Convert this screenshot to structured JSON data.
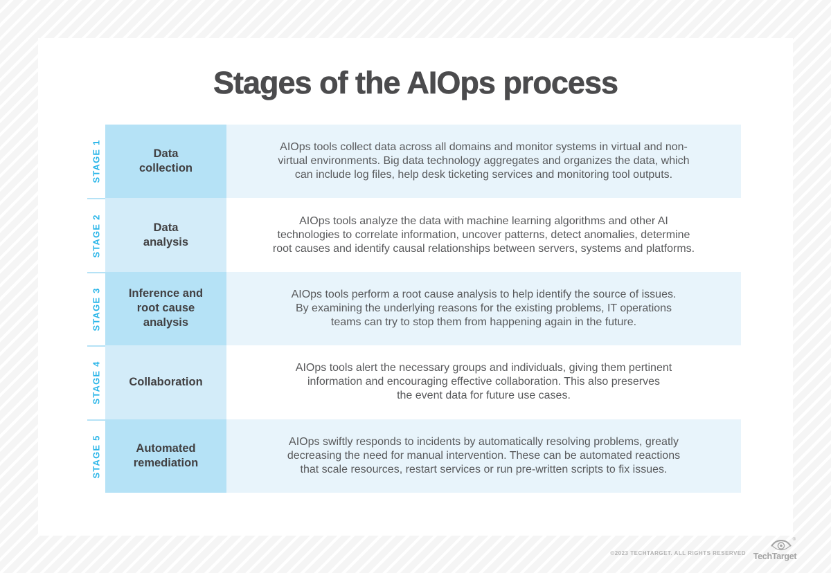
{
  "title": "Stages of the AIOps process",
  "stages": [
    {
      "stage_label": "STAGE 1",
      "name_lines": {
        "0": "Data",
        "1": "collection"
      },
      "desc_lines": {
        "0": "AIOps tools collect data across all domains and monitor systems in virtual and non-",
        "1": "virtual environments. Big data technology aggregates and organizes the data, which",
        "2": "can include log files, help desk ticketing services and monitoring tool outputs."
      }
    },
    {
      "stage_label": "STAGE 2",
      "name_lines": {
        "0": "Data",
        "1": "analysis"
      },
      "desc_lines": {
        "0": "AIOps tools analyze the data with machine learning algorithms and other AI",
        "1": "technologies to correlate information, uncover patterns, detect anomalies, determine",
        "2": "root causes and identify causal relationships between servers, systems and platforms."
      }
    },
    {
      "stage_label": "STAGE 3",
      "name_lines": {
        "0": "Inference and",
        "1": "root cause",
        "2": "analysis"
      },
      "desc_lines": {
        "0": "AIOps tools perform a root cause analysis to help identify the source of issues.",
        "1": "By examining the underlying reasons for the existing problems, IT operations",
        "2": "teams can try to stop them from happening again in the future."
      }
    },
    {
      "stage_label": "STAGE 4",
      "name_lines": {
        "0": "Collaboration"
      },
      "desc_lines": {
        "0": "AIOps tools alert the necessary groups and individuals, giving them pertinent",
        "1": "information and encouraging effective collaboration. This also preserves",
        "2": "the event data for future use cases."
      }
    },
    {
      "stage_label": "STAGE 5",
      "name_lines": {
        "0": "Automated",
        "1": "remediation"
      },
      "desc_lines": {
        "0": "AIOps swiftly responds to incidents by automatically resolving problems, greatly",
        "1": "decreasing the need for manual intervention. These can be automated reactions",
        "2": "that scale resources, restart services or run pre-written scripts to fix issues."
      }
    }
  ],
  "footer": {
    "copyright": "©2023 TECHTARGET. ALL RIGHTS RESERVED",
    "logo_text": "TechTarget",
    "registered_mark": "®"
  },
  "colors": {
    "accent_cyan": "#29b5e8",
    "stage_name_bg_dark": "#b5e2f6",
    "stage_name_bg_light": "#d3ecf9",
    "desc_bg_tint": "#e8f4fb",
    "desc_bg_white": "#ffffff",
    "heading_text": "#4b4b4d",
    "body_text": "#58595b",
    "footer_gray": "#a3a3a3"
  }
}
